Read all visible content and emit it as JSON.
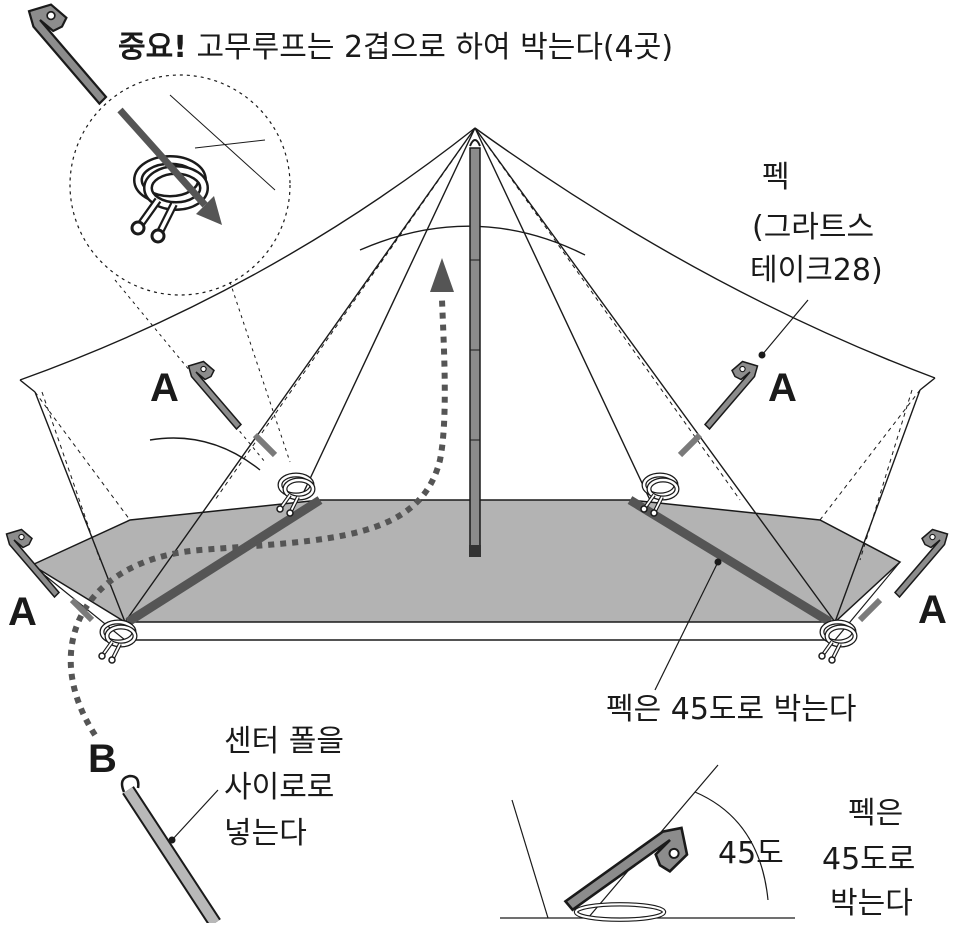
{
  "header": {
    "important": "중요!",
    "note": "고무루프는 2겹으로 하여 박는다(4곳)"
  },
  "labels": {
    "peg": "펙",
    "peg_name_line1": "(그라트스",
    "peg_name_line2": "테이크28)",
    "peg_angle": "펙은 45도로 박는다",
    "point_a": "A",
    "point_b": "B",
    "center_pole_line1": "센터 폴을",
    "center_pole_line2": "사이로로",
    "center_pole_line3": "넣는다",
    "angle_value": "45도",
    "inset_line1": "펙은",
    "inset_line2": "45도로",
    "inset_line3": "박는다"
  },
  "colors": {
    "ink": "#1a1a1a",
    "floor": "#b3b3b3",
    "seam": "#555555",
    "peg": "#8c8c8c",
    "arrow": "#555555"
  }
}
